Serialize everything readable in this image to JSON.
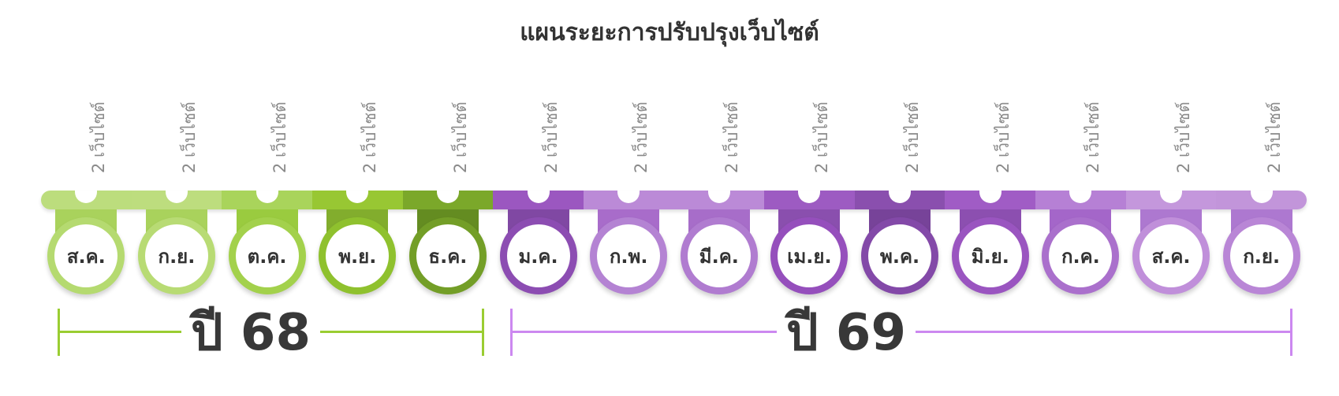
{
  "title": "แผนระยะการปรับปรุงเว็บไซต์",
  "months": [
    {
      "label": "ส.ค.",
      "count": "2 เว็บไซต์",
      "color": "#bcdd7d",
      "strap": "#a9d25c",
      "ring": "#b5da70"
    },
    {
      "label": "ก.ย.",
      "count": "2 เว็บไซต์",
      "color": "#bddd7e",
      "strap": "#a9d25c",
      "ring": "#b8db74"
    },
    {
      "label": "ต.ค.",
      "count": "2 เว็บไซต์",
      "color": "#a9d45b",
      "strap": "#9acb3f",
      "ring": "#a3d14c"
    },
    {
      "label": "พ.ย.",
      "count": "2 เว็บไซต์",
      "color": "#98c733",
      "strap": "#82ad2d",
      "ring": "#8fc12e"
    },
    {
      "label": "ธ.ค.",
      "count": "2 เว็บไซต์",
      "color": "#7ba82a",
      "strap": "#648c21",
      "ring": "#739e27"
    },
    {
      "label": "ม.ค.",
      "count": "2 เว็บไซต์",
      "color": "#9b57c0",
      "strap": "#8048a3",
      "ring": "#8c4db2"
    },
    {
      "label": "ก.พ.",
      "count": "2 เว็บไซต์",
      "color": "#bb8ad7",
      "strap": "#a86cca",
      "ring": "#b483d3"
    },
    {
      "label": "มี.ค.",
      "count": "2 เว็บไซต์",
      "color": "#bb8ad7",
      "strap": "#a76dc9",
      "ring": "#b07cd0"
    },
    {
      "label": "เม.ย.",
      "count": "2 เว็บไซต์",
      "color": "#9d5bc2",
      "strap": "#8a4fae",
      "ring": "#954fbc"
    },
    {
      "label": "พ.ค.",
      "count": "2 เว็บไซต์",
      "color": "#8a4fae",
      "strap": "#774399",
      "ring": "#8349a8"
    },
    {
      "label": "มิ.ย.",
      "count": "2 เว็บไซต์",
      "color": "#a05cc5",
      "strap": "#8c4fb0",
      "ring": "#9a55c0"
    },
    {
      "label": "ก.ค.",
      "count": "2 เว็บไซต์",
      "color": "#b680d5",
      "strap": "#a466c9",
      "ring": "#aa70cc"
    },
    {
      "label": "ส.ค.",
      "count": "2 เว็บไซต์",
      "color": "#c497dc",
      "strap": "#ad78d0",
      "ring": "#c08fda"
    },
    {
      "label": "ก.ย.",
      "count": "2 เว็บไซต์",
      "color": "#c295da",
      "strap": "#ad78d0",
      "ring": "#b986d6"
    }
  ],
  "years": [
    {
      "label": "ปี 68",
      "color": "#9acd32"
    },
    {
      "label": "ปี 69",
      "color": "#cc88f0"
    }
  ]
}
